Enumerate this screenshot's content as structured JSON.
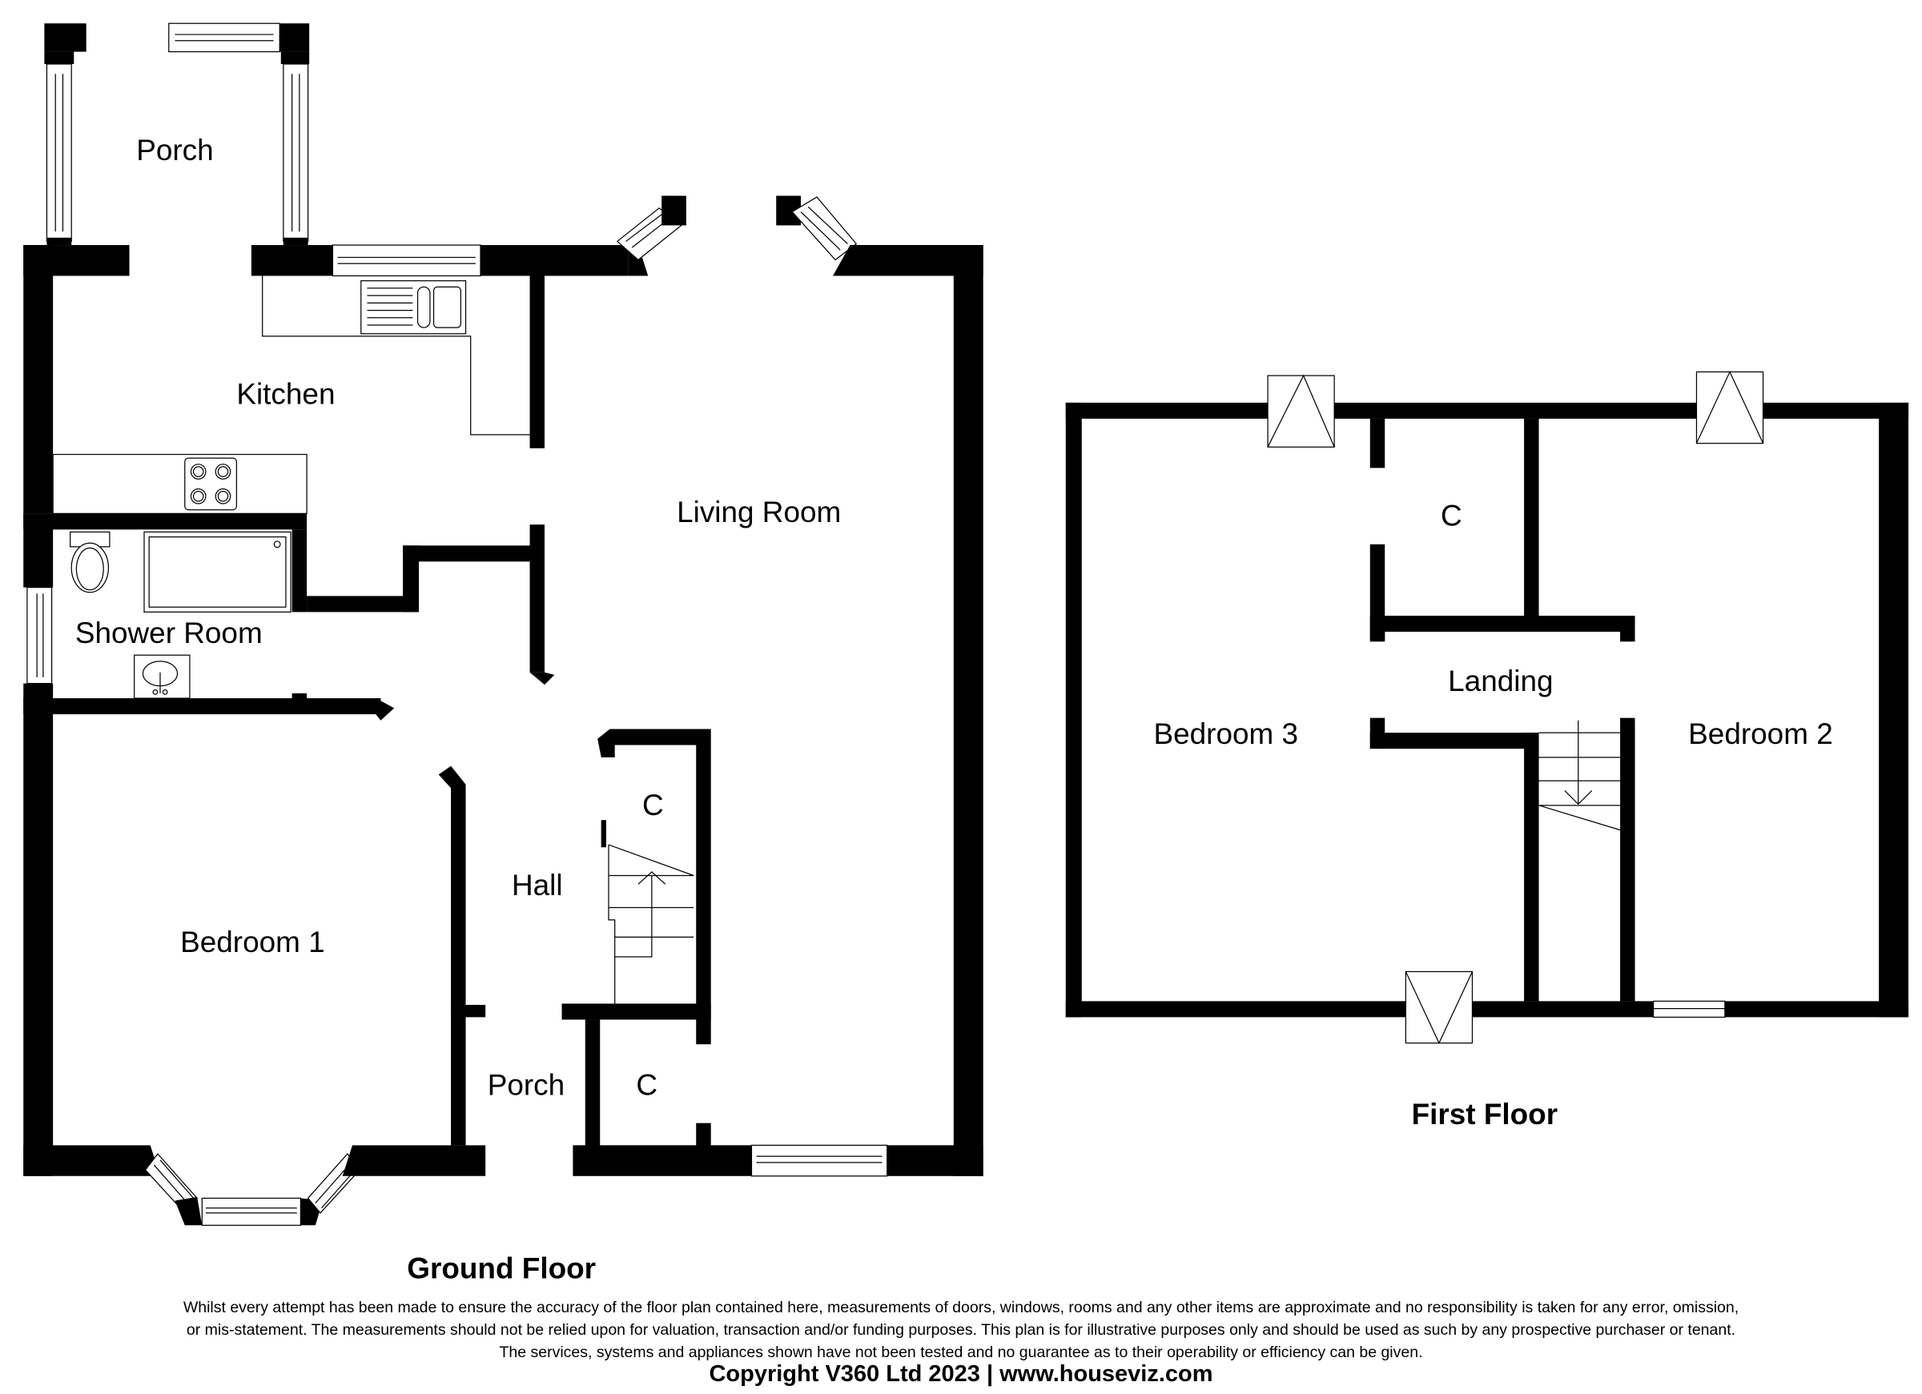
{
  "ground_floor": {
    "title": "Ground Floor",
    "rooms": {
      "porch_top": "Porch",
      "kitchen": "Kitchen",
      "living_room": "Living Room",
      "shower_room": "Shower Room",
      "hall": "Hall",
      "cupboard_upper": "C",
      "bedroom_1": "Bedroom 1",
      "porch_front": "Porch",
      "cupboard_lower": "C"
    }
  },
  "first_floor": {
    "title": "First Floor",
    "rooms": {
      "cupboard": "C",
      "landing": "Landing",
      "bedroom_3": "Bedroom 3",
      "bedroom_2": "Bedroom 2"
    }
  },
  "footer": {
    "disclaimer_lines": [
      "Whilst every attempt has been made to ensure the accuracy of the floor plan contained here, measurements of doors, windows, rooms and any other items are approximate and no responsibility is taken for any error, omission,",
      "or mis-statement. The measurements should not be relied upon for valuation, transaction and/or funding purposes. This plan is for illustrative purposes only and should be used as such by any prospective purchaser or tenant.",
      "The services, systems and appliances shown have not been tested and no guarantee as to their operability or efficiency can be given."
    ],
    "copyright": "Copyright V360 Ltd 2023 | www.houseviz.com"
  },
  "colors": {
    "wall": "#000000",
    "background": "#ffffff"
  }
}
